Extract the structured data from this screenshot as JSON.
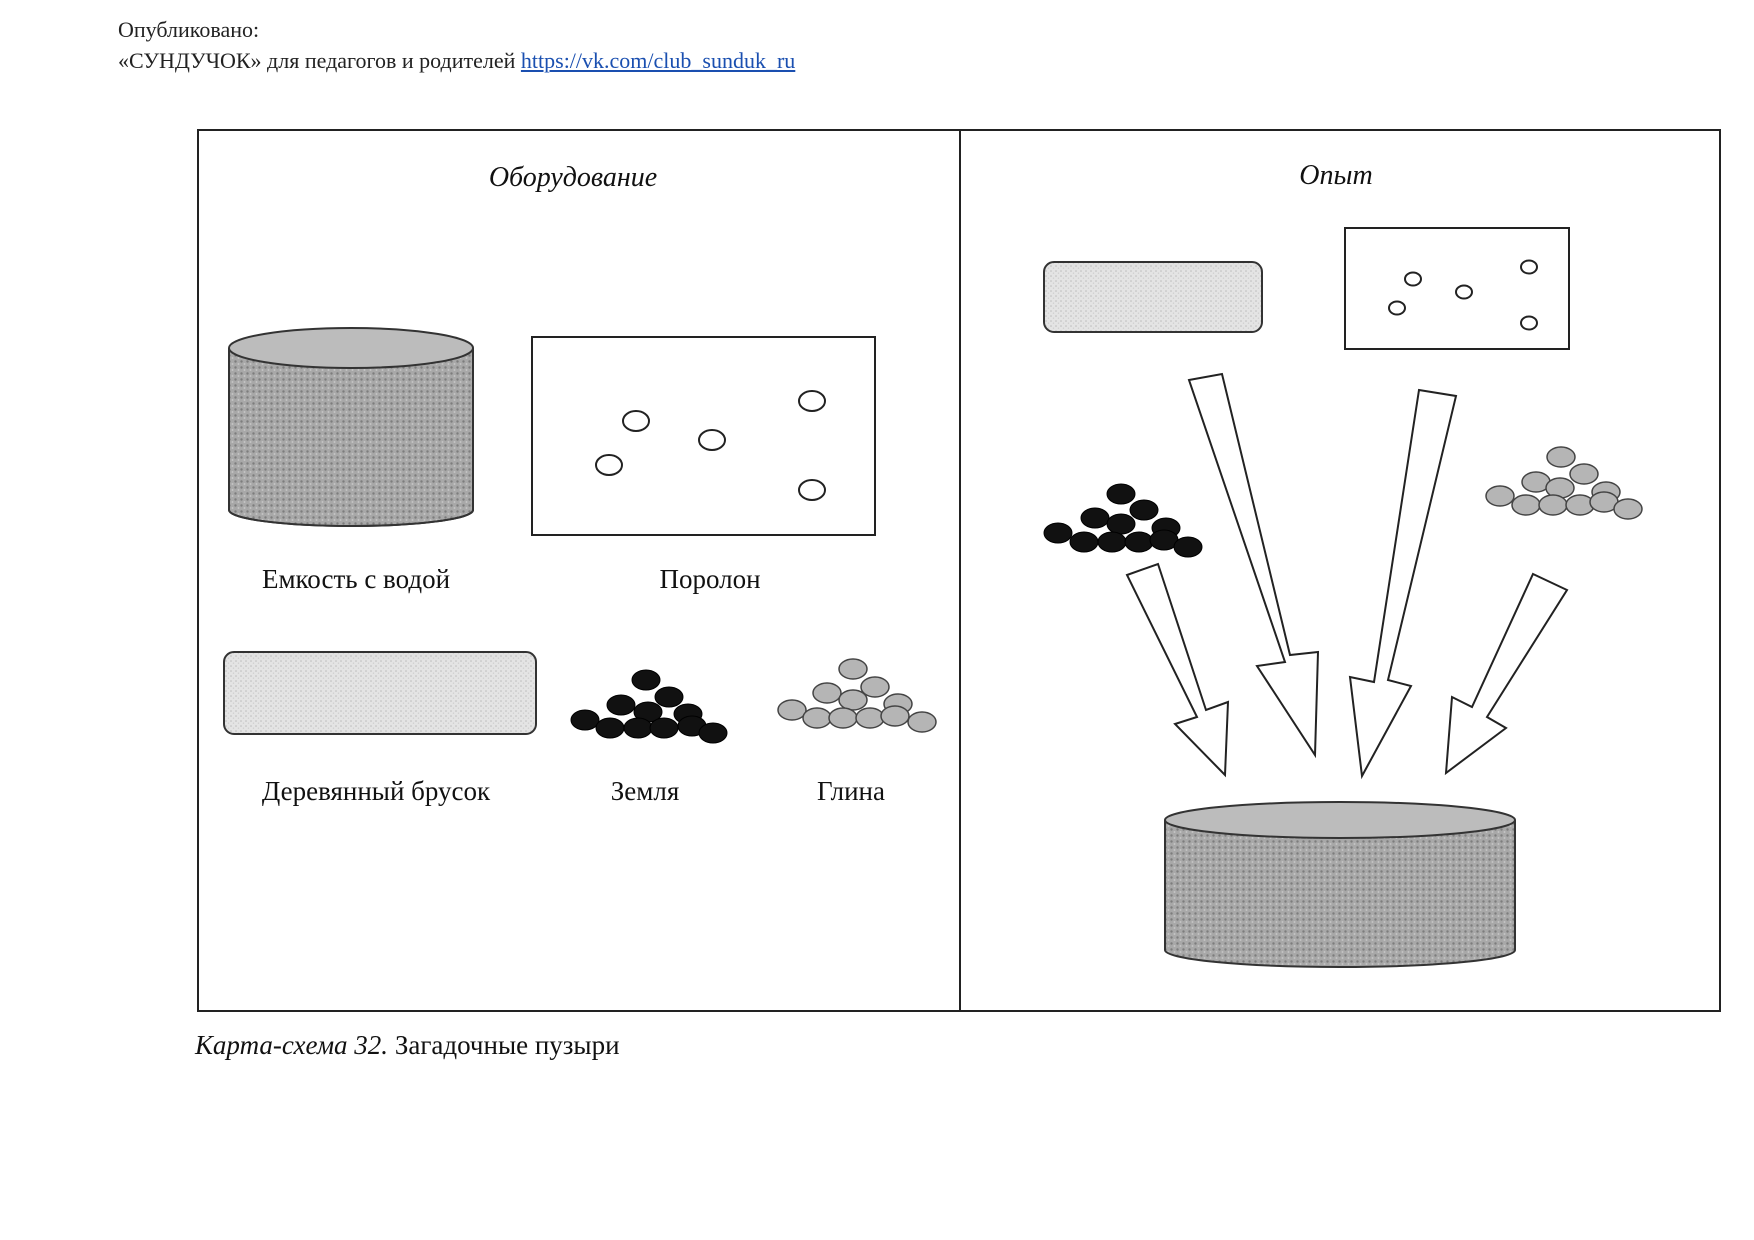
{
  "header": {
    "published_label": "Опубликовано:",
    "source_text": "«СУНДУЧОК» для педагогов и родителей",
    "link_text": "https://vk.com/club_sunduk_ru"
  },
  "panels": {
    "equipment": {
      "title": "Оборудование",
      "items": [
        "Емкость с водой",
        "Поролон",
        "Деревянный брусок",
        "Земля",
        "Глина"
      ]
    },
    "experiment": {
      "title": "Опыт"
    }
  },
  "caption": {
    "prefix": "Карта-схема 32.",
    "text": "Загадочные пузыри"
  },
  "colors": {
    "border": "#222222",
    "water": "#9a9a9a",
    "wood": "#d8d8d8",
    "earth": "#111111",
    "clay": "#b5b5b5",
    "link": "#1a4fb0"
  },
  "icons": [
    "container-of-water-icon",
    "foam-sponge-icon",
    "wooden-block-icon",
    "soil-pile-icon",
    "clay-pile-icon",
    "arrow-icon"
  ]
}
